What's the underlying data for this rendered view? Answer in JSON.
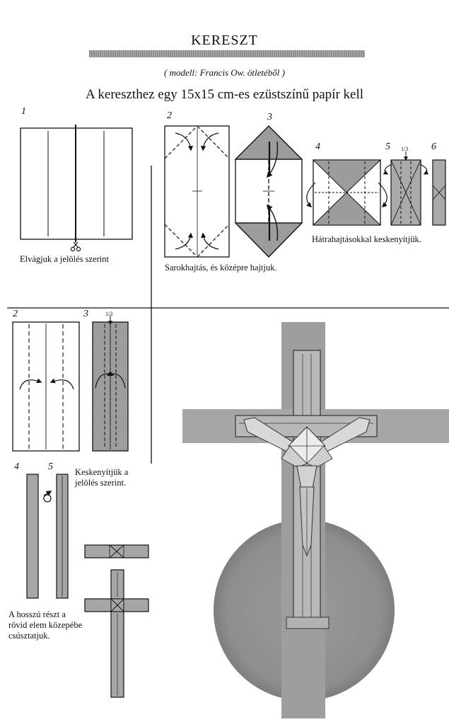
{
  "header": {
    "title": "KERESZT",
    "subtitle": "( modell: Francis Ow. ötletéből )",
    "heading": "A kereszthez egy 15x15 cm-es ezüstszínű papír kell"
  },
  "top_section": {
    "steps": [
      "1",
      "2",
      "3",
      "4",
      "5",
      "6"
    ],
    "fraction": "1/3",
    "captions": {
      "cut": "Elvágjuk a jelölés szerint",
      "corner_fold": "Sarokhajtás, és középre hajtjuk.",
      "back_fold": "Hátrahajtásokkal keskenyítjük."
    }
  },
  "bottom_section": {
    "steps": [
      "2",
      "3",
      "4",
      "5"
    ],
    "fraction": "1/3",
    "captions": {
      "narrow": [
        "Keskenyítjük a",
        "jelölés szerint."
      ],
      "slide": [
        "A hosszú részt a",
        "rövid elem közepébe",
        "csúsztatjuk."
      ]
    }
  },
  "colors": {
    "ink": "#111111",
    "paper_gray": "#a8a8a8",
    "title_bar": "#9a9a9a",
    "background_pillar": "#9e9e9e",
    "halo": "#8c8c8c"
  }
}
